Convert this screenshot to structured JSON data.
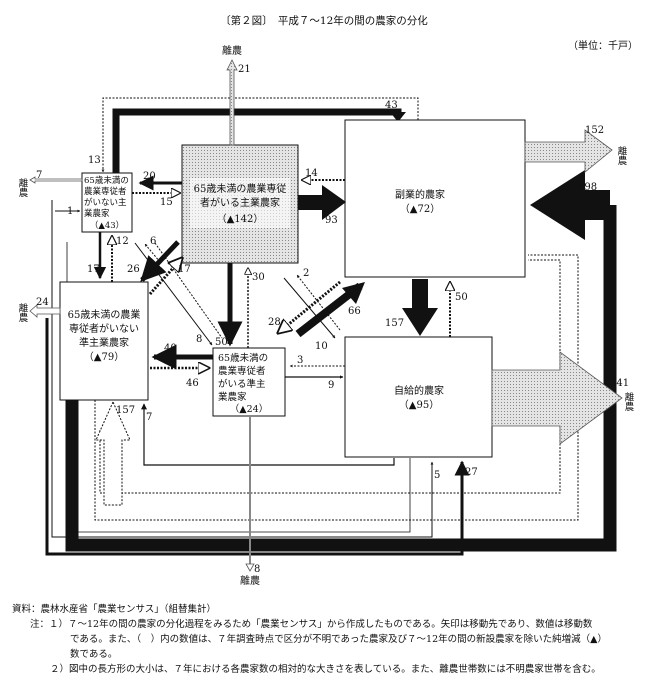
{
  "title": "〔第２図〕　平成７～12年の間の農家の分化",
  "unit": "（単位：千戸）",
  "exit_label": "離農",
  "boxes": {
    "a": {
      "lines": [
        "65歳未満の",
        "農業専従者",
        "がいない主",
        "業農家"
      ],
      "change": "（▲43）"
    },
    "b": {
      "lines": [
        "65歳未満の農業専従",
        "者がいる主業農家"
      ],
      "change": "（▲142）"
    },
    "c": {
      "lines": [
        "副業的農家"
      ],
      "change": "（▲72）"
    },
    "d": {
      "lines": [
        "65歳未満の農業",
        "専従者がいない",
        "準主業農家"
      ],
      "change": "（▲79）"
    },
    "e": {
      "lines": [
        "65歳未満の",
        "農業専従者",
        "がいる準主",
        "業農家"
      ],
      "change": "（▲24）"
    },
    "f": {
      "lines": [
        "自給的農家"
      ],
      "change": "（▲95）"
    }
  },
  "flows": {
    "b_exit": "21",
    "a_to_c": "43",
    "c_to_a": "13",
    "a_exit": "7",
    "b_to_a": "20",
    "a_to_b": "15",
    "c_to_b": "14",
    "b_to_c": "93",
    "c_exit": "152",
    "d_to_c": "198",
    "x_to_a": "1",
    "a_to_d_dotted": "12",
    "a_to_d": "17",
    "d_to_b_small": "6",
    "b_to_d": "26",
    "d_to_b": "17",
    "b_to_e": "50",
    "e_to_b": "30",
    "a_to_e": "8",
    "f_to_b": "2",
    "b_to_f": "10",
    "c_to_e": "28",
    "e_to_c": "66",
    "c_to_f": "157",
    "f_to_c": "50",
    "e_to_d": "40",
    "d_to_e": "46",
    "f_to_e": "3",
    "e_to_f": "9",
    "d_exit": "24",
    "f_exit": "241",
    "e_exit": "8",
    "f_to_d_dotted": "157",
    "f_to_d": "7",
    "a_to_f": "5",
    "d_to_f": "27"
  },
  "notes": {
    "source": "資料：農林水産省「農業センサス」（組替集計）",
    "note1_a": "注：１）７～12年の間の農家の分化過程をみるため「農業センサス」から作成したものである。矢印は移動先であり、数値は移動数",
    "note1_b": "である。また、（　）内の数値は、７年調査時点で区分が不明であった農家及び７～12年の間の新設農家を除いた純増減（▲）",
    "note1_c": "数である。",
    "note2": "２）図中の長方形の大小は、７年における各農家数の相対的な大きさを表している。また、離農世帯数には不明農家世帯を含む。"
  }
}
